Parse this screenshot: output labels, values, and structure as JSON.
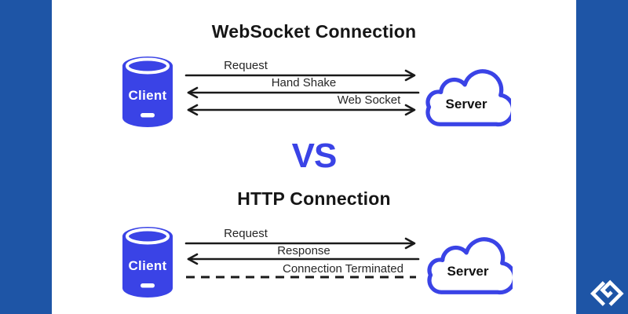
{
  "palette": {
    "accent_blue": "#3a43e6",
    "side_band_blue": "#1e55a6",
    "arrow_black": "#1a1a1a",
    "background": "#ffffff"
  },
  "icons": {
    "client": "database-cylinder-icon",
    "server": "cloud-icon",
    "brand": "geekflare-logo"
  },
  "vs_label": "VS",
  "websocket_section": {
    "title": "WebSocket Connection",
    "client_label": "Client",
    "server_label": "Server",
    "arrows": [
      {
        "label": "Request",
        "direction": "client-to-server",
        "line_style": "solid"
      },
      {
        "label": "Hand Shake",
        "direction": "server-to-client",
        "line_style": "solid"
      },
      {
        "label": "Web Socket",
        "direction": "bidirectional",
        "line_style": "solid"
      }
    ]
  },
  "http_section": {
    "title": "HTTP Connection",
    "client_label": "Client",
    "server_label": "Server",
    "arrows": [
      {
        "label": "Request",
        "direction": "client-to-server",
        "line_style": "solid"
      },
      {
        "label": "Response",
        "direction": "server-to-client",
        "line_style": "solid"
      },
      {
        "label": "Connection Terminated",
        "direction": "none",
        "line_style": "dashed"
      }
    ]
  }
}
